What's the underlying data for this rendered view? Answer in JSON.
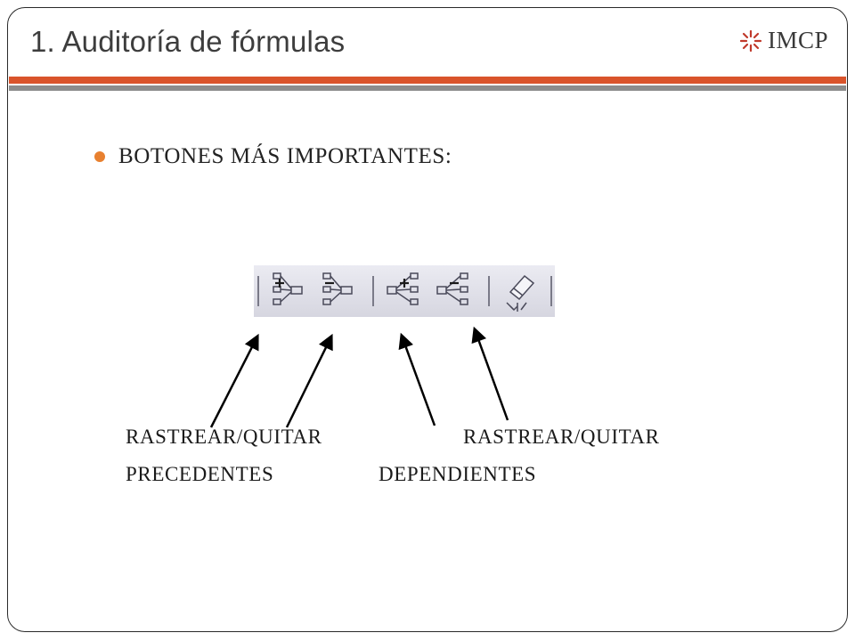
{
  "slide": {
    "title": "1. Auditoría de fórmulas",
    "logo_text": "IMCP"
  },
  "content": {
    "bullet": "BOTONES MÁS IMPORTANTES:",
    "labels": {
      "left_line1": "RASTREAR/QUITAR",
      "left_line2": "PRECEDENTES",
      "right_line1": "RASTREAR/QUITAR",
      "right_line2": "DEPENDIENTES"
    }
  },
  "toolbar": {
    "buttons": [
      {
        "icon": "trace-precedents-icon"
      },
      {
        "icon": "remove-precedent-arrows-icon"
      },
      {
        "icon": "trace-dependents-icon"
      },
      {
        "icon": "remove-dependent-arrows-icon"
      },
      {
        "icon": "remove-all-arrows-icon"
      }
    ]
  },
  "colors": {
    "accent_orange": "#d9542b",
    "rule_gray": "#8c8c8c",
    "bullet": "#e8802f",
    "logo_red": "#c0392b"
  }
}
